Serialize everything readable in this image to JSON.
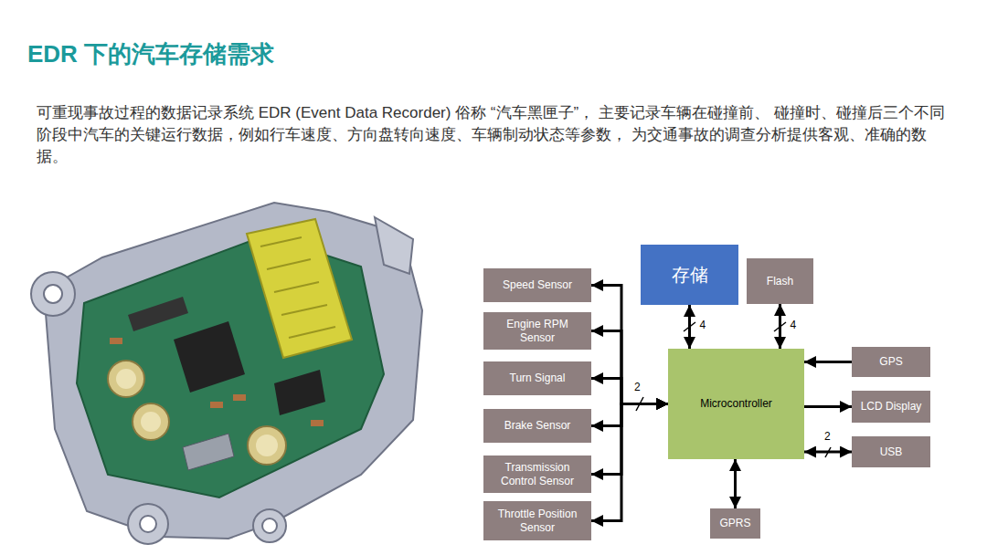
{
  "diagram": {
    "title": "EDR 下的汽车存储需求",
    "caption": "可重现事故过程的数据记录系统 EDR (Event Data Recorder) 俗称 “汽车黑匣子”， 主要记录车辆在碰撞前、 碰撞时、碰撞后三个不同阶段中汽车的关键运行数据，例如行车速度、方向盘转向速度、车辆制动状态等参数， 为交通事故的调查分析提供客观、准确的数据。",
    "nodes": [
      {
        "text": [
          "Speed Sensor"
        ]
      },
      {
        "text": [
          "Engine RPM Sensor"
        ]
      },
      {
        "text": [
          "Turn Signal"
        ]
      },
      {
        "text": [
          "Brake Sensor"
        ]
      },
      {
        "text": [
          "Transmission Control Sensor"
        ]
      },
      {
        "text": [
          "Throttle Position Sensor"
        ]
      },
      {
        "text": [
          "存储"
        ]
      },
      {
        "text": [
          "Flash"
        ]
      },
      {
        "text": [
          "Microcontroller"
        ]
      },
      {
        "text": [
          "GPS"
        ]
      },
      {
        "text": [
          "LCD Display"
        ]
      },
      {
        "text": [
          "USB"
        ]
      },
      {
        "text": [
          "GPRS"
        ]
      }
    ],
    "edges": [
      {
        "from": 0,
        "to": 8,
        "arrow": "both"
      },
      {
        "from": 1,
        "to": 8,
        "arrow": "both"
      },
      {
        "from": 2,
        "to": 8,
        "arrow": "both"
      },
      {
        "from": 3,
        "to": 8,
        "arrow": "both"
      },
      {
        "from": 4,
        "to": 8,
        "arrow": "both"
      },
      {
        "from": 5,
        "to": 8,
        "arrow": "both"
      },
      {
        "from": 6,
        "to": 8,
        "arrow": "both",
        "label": "4"
      },
      {
        "from": 7,
        "to": 8,
        "arrow": "both",
        "label": "4"
      },
      {
        "from": 9,
        "to": 8,
        "arrow": "to"
      },
      {
        "from": 8,
        "to": 10,
        "arrow": "to"
      },
      {
        "from": 11,
        "to": 8,
        "arrow": "both",
        "label": "2"
      },
      {
        "from": 12,
        "to": 8,
        "arrow": "both"
      }
    ],
    "labels": [
      "2"
    ]
  }
}
